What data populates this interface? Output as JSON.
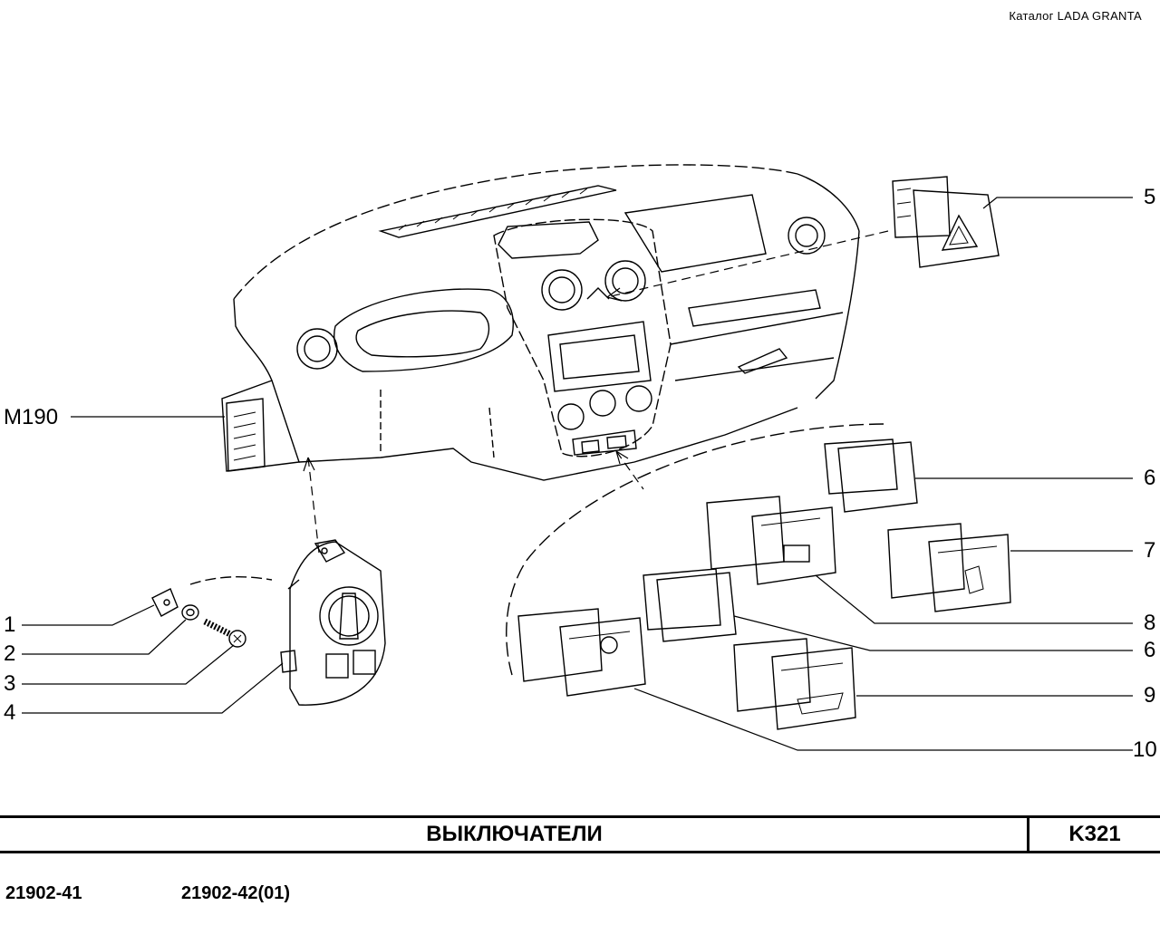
{
  "header": {
    "catalog": "Каталог  LADA  GRANTA"
  },
  "callouts": {
    "c5": "5",
    "cm190": "M190",
    "c6a": "6",
    "c7": "7",
    "c1": "1",
    "c8": "8",
    "c2": "2",
    "c6b": "6",
    "c3": "3",
    "c9": "9",
    "c4": "4",
    "c10": "10"
  },
  "footer": {
    "title": "ВЫКЛЮЧАТЕЛИ",
    "code": "K321",
    "models": [
      "21902-41",
      "21902-42(01)"
    ]
  }
}
